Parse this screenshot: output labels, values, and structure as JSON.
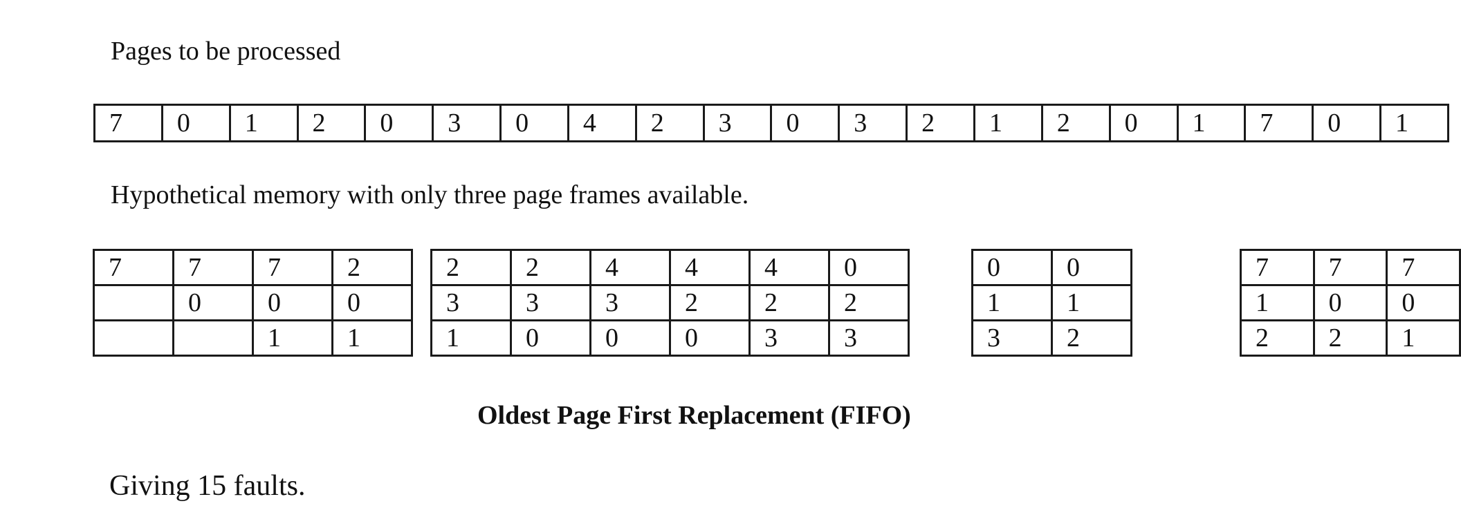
{
  "intro_label": "Pages to be processed",
  "reference_string": [
    "7",
    "0",
    "1",
    "2",
    "0",
    "3",
    "0",
    "4",
    "2",
    "3",
    "0",
    "3",
    "2",
    "1",
    "2",
    "0",
    "1",
    "7",
    "0",
    "1"
  ],
  "memory_label": "Hypothetical memory with only three page frames available.",
  "frame_groups": [
    {
      "rows": [
        [
          "7",
          "7",
          "7",
          "2"
        ],
        [
          "",
          "0",
          "0",
          "0"
        ],
        [
          "",
          "",
          "1",
          "1"
        ]
      ]
    },
    {
      "rows": [
        [
          "2",
          "2",
          "4",
          "4",
          "4",
          "0"
        ],
        [
          "3",
          "3",
          "3",
          "2",
          "2",
          "2"
        ],
        [
          "1",
          "0",
          "0",
          "0",
          "3",
          "3"
        ]
      ]
    },
    {
      "rows": [
        [
          "0",
          "0"
        ],
        [
          "1",
          "1"
        ],
        [
          "3",
          "2"
        ]
      ]
    },
    {
      "rows": [
        [
          "7",
          "7",
          "7"
        ],
        [
          "1",
          "0",
          "0"
        ],
        [
          "2",
          "2",
          "1"
        ]
      ]
    }
  ],
  "caption": "Oldest Page First Replacement (FIFO)",
  "result_text": "Giving 15 faults."
}
